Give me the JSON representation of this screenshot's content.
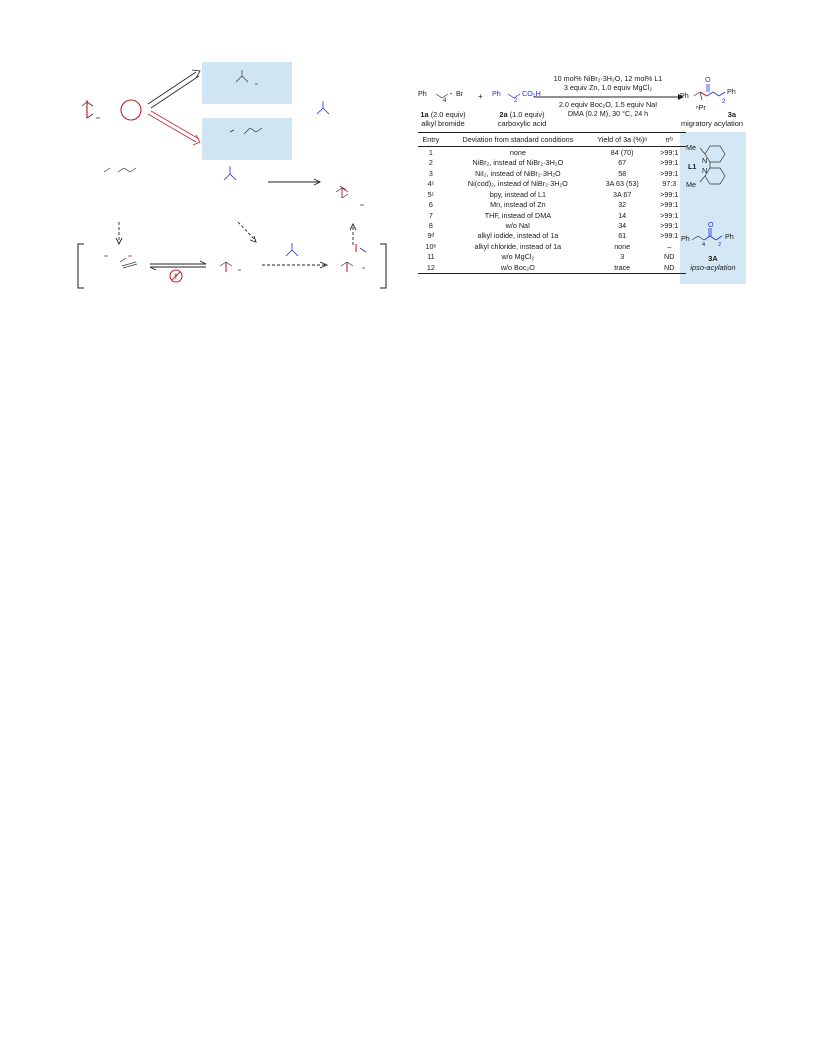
{
  "scheme": {
    "reactant1": {
      "label": "1a",
      "equiv": "(2.0 equiv)",
      "name": "alkyl bromide",
      "ph": "Ph",
      "br": "Br",
      "sub": "4"
    },
    "plus": "+",
    "reactant2": {
      "label": "2a",
      "equiv": "(1.0 equiv)",
      "name": "carboxylic acid",
      "ph": "Ph",
      "acid": "CO₂H",
      "sub": "2"
    },
    "conditions_above": [
      "10 mol% NiBr₂·3H₂O, 12 mol% L1",
      "3 equiv Zn, 1.0 equiv MgCl₂"
    ],
    "conditions_below": [
      "2.0 equiv Boc₂O, 1.5 equiv NaI",
      "DMA (0.2 M), 30 °C, 24 h"
    ],
    "product": {
      "label": "3a",
      "name": "migratory acylation",
      "ph1": "Ph",
      "ph2": "Ph",
      "npr": "ⁿPr",
      "o": "O",
      "sub": "2"
    }
  },
  "table": {
    "headers": [
      "Entry",
      "Deviation from standard conditions",
      "Yield of 3a (%)ᵃ",
      "rrᵇ"
    ],
    "rows": [
      {
        "entry": "1",
        "deviation": "none",
        "yield": "84 (70)",
        "rr": ">99:1"
      },
      {
        "entry": "2",
        "deviation": "NiBr₂, instead of NiBr₂·3H₂O",
        "yield": "67",
        "rr": ">99:1"
      },
      {
        "entry": "3",
        "deviation": "NiI₂, instead of NiBr₂·3H₂O",
        "yield": "58",
        "rr": ">99:1"
      },
      {
        "entry": "4ᶜ",
        "deviation": "Ni(cod)₂, instead of NiBr₂·3H₂O",
        "yield": "3A 63 (53)",
        "rr": "97:3"
      },
      {
        "entry": "5ᶜ",
        "deviation": "bpy, instead of L1",
        "yield": "3A 67",
        "rr": ">99:1"
      },
      {
        "entry": "6",
        "deviation": "Mn, instead of Zn",
        "yield": "32",
        "rr": ">99:1"
      },
      {
        "entry": "7",
        "deviation": "THF, instead of DMA",
        "yield": "14",
        "rr": ">99:1"
      },
      {
        "entry": "8",
        "deviation": "w/o NaI",
        "yield": "34",
        "rr": ">99:1"
      },
      {
        "entry": "9ᵈ",
        "deviation": "alkyl iodide, instead of 1a",
        "yield": "61",
        "rr": ">99:1"
      },
      {
        "entry": "10ᵉ",
        "deviation": "alkyl chloride, instead of 1a",
        "yield": "none",
        "rr": "–"
      },
      {
        "entry": "11",
        "deviation": "w/o MgCl₂",
        "yield": "3",
        "rr": "ND"
      },
      {
        "entry": "12",
        "deviation": "w/o Boc₂O",
        "yield": "trace",
        "rr": "ND"
      }
    ]
  },
  "ligand": {
    "label": "L1",
    "me_top": "Me",
    "me_bottom": "Me",
    "n1": "N",
    "n2": "N"
  },
  "byproduct": {
    "label": "3A",
    "name": "ipso-acylation",
    "ph1": "Ph",
    "ph2": "Ph",
    "o": "O",
    "sub1": "4",
    "sub2": "2"
  },
  "colors": {
    "accent_blue": "#1f2fd6",
    "red": "#c1272d",
    "panel_blue": "#cfe5f3"
  }
}
